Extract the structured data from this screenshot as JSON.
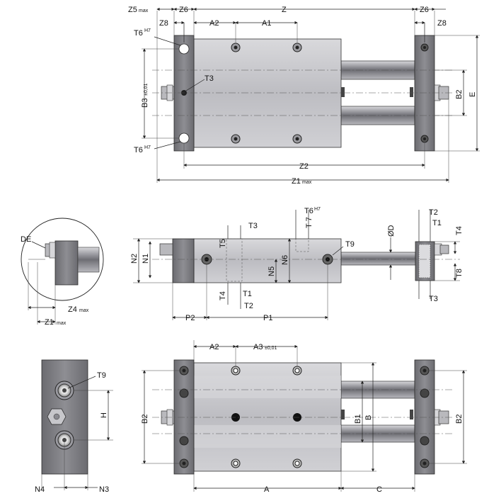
{
  "labels": {
    "z5": "Z5",
    "max": "max",
    "z6_left": "Z6",
    "z": "Z",
    "z6_right": "Z6",
    "z8_left": "Z8",
    "z8_right": "Z8",
    "a2_top": "A2",
    "a1": "A1",
    "t6_top": "T6",
    "h7": "H7",
    "t3_top": "T3",
    "b3": "B3",
    "b3_tol": "±0,01",
    "b2_top": "B2",
    "e": "E",
    "t6_bottom": "T6",
    "z2": "Z2",
    "z1": "Z1",
    "z1_max": "max",
    "t6_mid": "T6",
    "t7": "T 7",
    "t3_mid": "T3",
    "t5": "T5",
    "n2": "N2",
    "n1": "N1",
    "n5": "N5",
    "n6": "N6",
    "t9_mid": "T9",
    "od": "ØD",
    "t2_right": "T2",
    "t1_right": "T1",
    "t4_right": "T4",
    "t8": "T8",
    "t3_right": "T3",
    "t4_mid": "T4",
    "t1_mid": "T1",
    "t2_mid": "T2",
    "p2": "P2",
    "p1": "P1",
    "de": "DE",
    "z4": "Z4",
    "z4_max": "max",
    "z1_detail": "Z1",
    "z1_detail_max": "max",
    "a2_bottom": "A2",
    "a3": "A3",
    "a3_tol": "±0,01",
    "t9_left": "T9",
    "h": "H",
    "b2_bottom_left": "B2",
    "b1": "B1",
    "b": "B",
    "b2_bottom_right": "B2",
    "n4": "N4",
    "n3": "N3",
    "a": "A",
    "c": "C"
  }
}
